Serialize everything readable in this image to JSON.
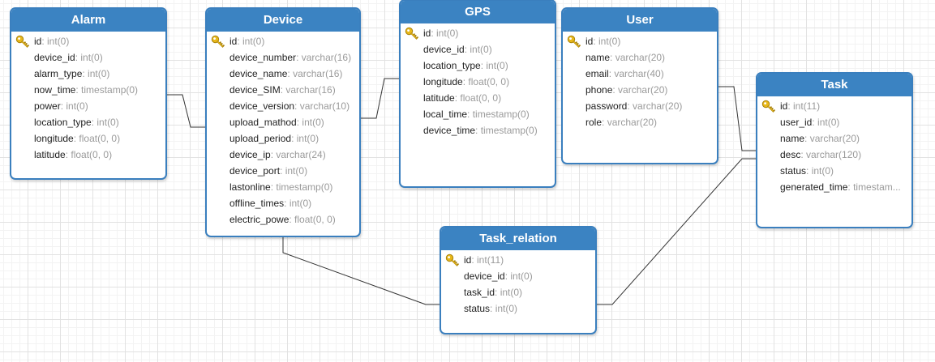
{
  "colors": {
    "header_bg": "#3b83c2",
    "border": "#3a7fbe",
    "field_name": "#222222",
    "field_type": "#9a9a9a",
    "key_icon": "#e8b81a",
    "connector": "#333333"
  },
  "entities": [
    {
      "name": "Alarm",
      "fields": [
        {
          "name": "id",
          "type": "int(0)",
          "primary_key": true
        },
        {
          "name": "device_id",
          "type": "int(0)"
        },
        {
          "name": "alarm_type",
          "type": "int(0)"
        },
        {
          "name": "now_time",
          "type": "timestamp(0)"
        },
        {
          "name": "power",
          "type": "int(0)"
        },
        {
          "name": "location_type",
          "type": "int(0)"
        },
        {
          "name": "longitude",
          "type": "float(0, 0)"
        },
        {
          "name": "latitude",
          "type": "float(0, 0)"
        }
      ]
    },
    {
      "name": "Device",
      "fields": [
        {
          "name": "id",
          "type": "int(0)",
          "primary_key": true
        },
        {
          "name": "device_number",
          "type": "varchar(16)"
        },
        {
          "name": "device_name",
          "type": "varchar(16)"
        },
        {
          "name": "device_SIM",
          "type": "varchar(16)"
        },
        {
          "name": "device_version",
          "type": "varchar(10)"
        },
        {
          "name": "upload_mathod",
          "type": "int(0)"
        },
        {
          "name": "upload_period",
          "type": "int(0)"
        },
        {
          "name": "device_ip",
          "type": "varchar(24)"
        },
        {
          "name": "device_port",
          "type": "int(0)"
        },
        {
          "name": "lastonline",
          "type": "timestamp(0)"
        },
        {
          "name": "offline_times",
          "type": "int(0)"
        },
        {
          "name": "electric_powe",
          "type": "float(0, 0)"
        }
      ]
    },
    {
      "name": "GPS",
      "fields": [
        {
          "name": "id",
          "type": "int(0)",
          "primary_key": true
        },
        {
          "name": "device_id",
          "type": "int(0)"
        },
        {
          "name": "location_type",
          "type": "int(0)"
        },
        {
          "name": "longitude",
          "type": "float(0, 0)"
        },
        {
          "name": "latitude",
          "type": "float(0, 0)"
        },
        {
          "name": "local_time",
          "type": "timestamp(0)"
        },
        {
          "name": "device_time",
          "type": "timestamp(0)"
        }
      ]
    },
    {
      "name": "User",
      "fields": [
        {
          "name": "id",
          "type": "int(0)",
          "primary_key": true
        },
        {
          "name": "name",
          "type": "varchar(20)"
        },
        {
          "name": "email",
          "type": "varchar(40)"
        },
        {
          "name": "phone",
          "type": "varchar(20)"
        },
        {
          "name": "password",
          "type": "varchar(20)"
        },
        {
          "name": "role",
          "type": "varchar(20)"
        }
      ]
    },
    {
      "name": "Task",
      "fields": [
        {
          "name": "id",
          "type": "int(11)",
          "primary_key": true
        },
        {
          "name": "user_id",
          "type": "int(0)"
        },
        {
          "name": "name",
          "type": "varchar(20)"
        },
        {
          "name": "desc",
          "type": "varchar(120)"
        },
        {
          "name": "status",
          "type": "int(0)"
        },
        {
          "name": "generated_time",
          "type": "timestam..."
        }
      ]
    },
    {
      "name": "Task_relation",
      "fields": [
        {
          "name": "id",
          "type": "int(11)",
          "primary_key": true
        },
        {
          "name": "device_id",
          "type": "int(0)"
        },
        {
          "name": "task_id",
          "type": "int(0)"
        },
        {
          "name": "status",
          "type": "int(0)"
        }
      ]
    }
  ],
  "relations": [
    {
      "from": "Alarm",
      "to": "Device"
    },
    {
      "from": "Device",
      "to": "GPS"
    },
    {
      "from": "User",
      "to": "Task"
    },
    {
      "from": "Device",
      "to": "Task_relation"
    },
    {
      "from": "Task_relation",
      "to": "Task"
    }
  ]
}
